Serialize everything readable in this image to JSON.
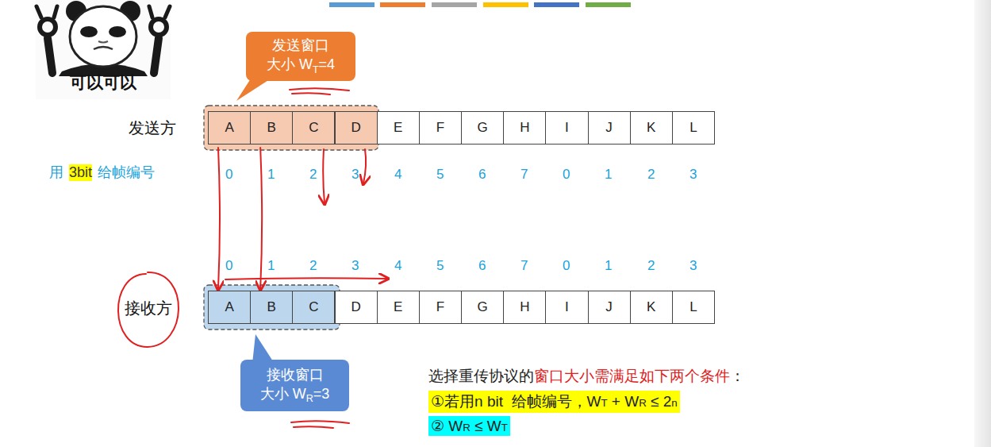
{
  "diagram": {
    "nodes": [
      {
        "text": [
          "发送窗口",
          "大小 W",
          "T",
          "=4"
        ]
      },
      {
        "text": [
          "A"
        ]
      },
      {
        "text": [
          "B"
        ]
      },
      {
        "text": [
          "C"
        ]
      },
      {
        "text": [
          "D"
        ]
      },
      {
        "text": [
          "E"
        ]
      },
      {
        "text": [
          "F"
        ]
      },
      {
        "text": [
          "G"
        ]
      },
      {
        "text": [
          "H"
        ]
      },
      {
        "text": [
          "I"
        ]
      },
      {
        "text": [
          "J"
        ]
      },
      {
        "text": [
          "K"
        ]
      },
      {
        "text": [
          "L"
        ]
      },
      {
        "text": [
          "A"
        ]
      },
      {
        "text": [
          "B"
        ]
      },
      {
        "text": [
          "C"
        ]
      },
      {
        "text": [
          "D"
        ]
      },
      {
        "text": [
          "E"
        ]
      },
      {
        "text": [
          "F"
        ]
      },
      {
        "text": [
          "G"
        ]
      },
      {
        "text": [
          "H"
        ]
      },
      {
        "text": [
          "I"
        ]
      },
      {
        "text": [
          "J"
        ]
      },
      {
        "text": [
          "K"
        ]
      },
      {
        "text": [
          "L"
        ]
      },
      {
        "text": [
          "接收窗口",
          "大小 W",
          "R",
          "=3"
        ]
      }
    ],
    "edges": [
      {
        "from": 1,
        "to": 13,
        "arrow": "to"
      },
      {
        "from": 2,
        "to": 14,
        "arrow": "to"
      }
    ],
    "labels": [
      "可以可以",
      "发送方",
      "用",
      "3bit",
      "给帧编号",
      "0",
      "1",
      "2",
      "3",
      "4",
      "5",
      "6",
      "7",
      "0",
      "1",
      "2",
      "3",
      "0",
      "1",
      "2",
      "3",
      "4",
      "5",
      "6",
      "7",
      "0",
      "1",
      "2",
      "3",
      "接收方",
      "选择重传协议的",
      "窗口大小需满足如下两个条件",
      "：",
      "①若用n bit  给帧编号，W",
      "T",
      " + W",
      "R",
      " ≤ 2",
      "n",
      "② W",
      "R",
      " ≤ W",
      "T"
    ]
  }
}
